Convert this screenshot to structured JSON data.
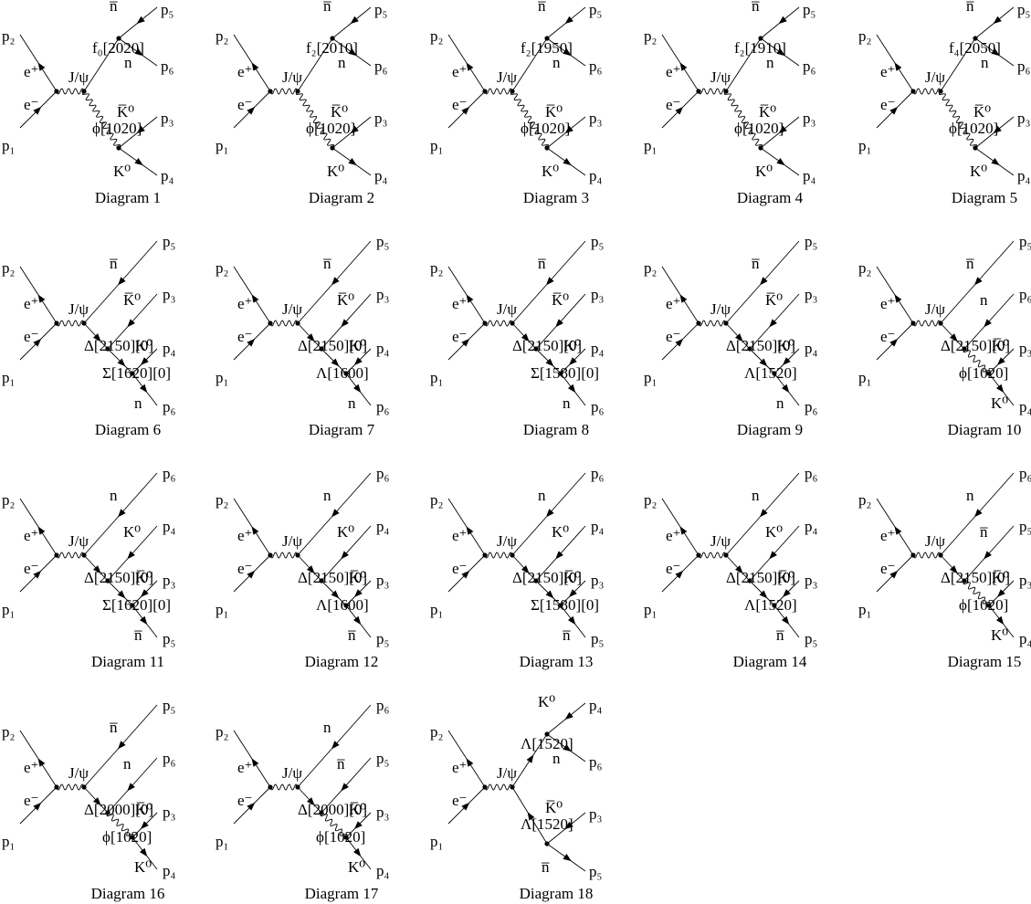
{
  "title": "",
  "diagrams": [
    {
      "caption": "Diagram 1",
      "topology": "s2",
      "labels": {
        "p1": "p₁",
        "p2": "p₂",
        "em": "e⁻",
        "ep": "e⁺",
        "boson": "J/ψ",
        "r1": "f₀[2020]",
        "a1": "n̅",
        "a1p": "p₅",
        "b1": "n",
        "b1p": "p₆",
        "r2": "ϕ[1020]",
        "a2": "K̅⁰",
        "a2p": "p₃",
        "b2": "K⁰",
        "b2p": "p₄"
      }
    },
    {
      "caption": "Diagram 2",
      "topology": "s2",
      "labels": {
        "p1": "p₁",
        "p2": "p₂",
        "em": "e⁻",
        "ep": "e⁺",
        "boson": "J/ψ",
        "r1": "f₂[2010]",
        "a1": "n̅",
        "a1p": "p₅",
        "b1": "n",
        "b1p": "p₆",
        "r2": "ϕ[1020]",
        "a2": "K̅⁰",
        "a2p": "p₃",
        "b2": "K⁰",
        "b2p": "p₄"
      }
    },
    {
      "caption": "Diagram 3",
      "topology": "s2",
      "labels": {
        "p1": "p₁",
        "p2": "p₂",
        "em": "e⁻",
        "ep": "e⁺",
        "boson": "J/ψ",
        "r1": "f₂[1950]",
        "a1": "n̅",
        "a1p": "p₅",
        "b1": "n",
        "b1p": "p₆",
        "r2": "ϕ[1020]",
        "a2": "K̅⁰",
        "a2p": "p₃",
        "b2": "K⁰",
        "b2p": "p₄"
      }
    },
    {
      "caption": "Diagram 4",
      "topology": "s2",
      "labels": {
        "p1": "p₁",
        "p2": "p₂",
        "em": "e⁻",
        "ep": "e⁺",
        "boson": "J/ψ",
        "r1": "f₂[1910]",
        "a1": "n̅",
        "a1p": "p₅",
        "b1": "n",
        "b1p": "p₆",
        "r2": "ϕ[1020]",
        "a2": "K̅⁰",
        "a2p": "p₃",
        "b2": "K⁰",
        "b2p": "p₄"
      }
    },
    {
      "caption": "Diagram 5",
      "topology": "s2",
      "labels": {
        "p1": "p₁",
        "p2": "p₂",
        "em": "e⁻",
        "ep": "e⁺",
        "boson": "J/ψ",
        "r1": "f₄[2050]",
        "a1": "n̅",
        "a1p": "p₅",
        "b1": "n",
        "b1p": "p₆",
        "r2": "ϕ[1020]",
        "a2": "K̅⁰",
        "a2p": "p₃",
        "b2": "K⁰",
        "b2p": "p₄"
      }
    },
    {
      "caption": "Diagram 6",
      "topology": "chain",
      "labels": {
        "p1": "p₁",
        "p2": "p₂",
        "em": "e⁻",
        "ep": "e⁺",
        "boson": "J/ψ",
        "o1": "n̅",
        "o1p": "p₅",
        "r1": "Δ[2150][0]",
        "o2": "K̅⁰",
        "o2p": "p₃",
        "r2": "Σ[1620][0]",
        "o3": "K⁰",
        "o3p": "p₄",
        "o4": "n",
        "o4p": "p₆",
        "r2photon": false
      }
    },
    {
      "caption": "Diagram 7",
      "topology": "chain",
      "labels": {
        "p1": "p₁",
        "p2": "p₂",
        "em": "e⁻",
        "ep": "e⁺",
        "boson": "J/ψ",
        "o1": "n̅",
        "o1p": "p₅",
        "r1": "Δ[2150][0]",
        "o2": "K̅⁰",
        "o2p": "p₃",
        "r2": "Λ[1600]",
        "o3": "K⁰",
        "o3p": "p₄",
        "o4": "n",
        "o4p": "p₆",
        "r2photon": false
      }
    },
    {
      "caption": "Diagram 8",
      "topology": "chain",
      "labels": {
        "p1": "p₁",
        "p2": "p₂",
        "em": "e⁻",
        "ep": "e⁺",
        "boson": "J/ψ",
        "o1": "n̅",
        "o1p": "p₅",
        "r1": "Δ[2150][0]",
        "o2": "K̅⁰",
        "o2p": "p₃",
        "r2": "Σ[1580][0]",
        "o3": "K⁰",
        "o3p": "p₄",
        "o4": "n",
        "o4p": "p₆",
        "r2photon": false
      }
    },
    {
      "caption": "Diagram 9",
      "topology": "chain",
      "labels": {
        "p1": "p₁",
        "p2": "p₂",
        "em": "e⁻",
        "ep": "e⁺",
        "boson": "J/ψ",
        "o1": "n̅",
        "o1p": "p₅",
        "r1": "Δ[2150][0]",
        "o2": "K̅⁰",
        "o2p": "p₃",
        "r2": "Λ[1520]",
        "o3": "K⁰",
        "o3p": "p₄",
        "o4": "n",
        "o4p": "p₆",
        "r2photon": false
      }
    },
    {
      "caption": "Diagram 10",
      "topology": "chain",
      "labels": {
        "p1": "p₁",
        "p2": "p₂",
        "em": "e⁻",
        "ep": "e⁺",
        "boson": "J/ψ",
        "o1": "n̅",
        "o1p": "p₅",
        "r1": "Δ[2150][0]",
        "o2": "n",
        "o2p": "p₆",
        "r2": "ϕ[1020]",
        "o3": "K̅⁰",
        "o3p": "p₃",
        "o4": "K⁰",
        "o4p": "p₄",
        "r2photon": true
      }
    },
    {
      "caption": "Diagram 11",
      "topology": "chain",
      "labels": {
        "p1": "p₁",
        "p2": "p₂",
        "em": "e⁻",
        "ep": "e⁺",
        "boson": "J/ψ",
        "o1": "n",
        "o1p": "p₆",
        "r1": "Δ[2150][0]",
        "o2": "K⁰",
        "o2p": "p₄",
        "r2": "Σ[1620][0]",
        "o3": "K̅⁰",
        "o3p": "p₃",
        "o4": "n̅",
        "o4p": "p₅",
        "r2photon": false
      }
    },
    {
      "caption": "Diagram 12",
      "topology": "chain",
      "labels": {
        "p1": "p₁",
        "p2": "p₂",
        "em": "e⁻",
        "ep": "e⁺",
        "boson": "J/ψ",
        "o1": "n",
        "o1p": "p₆",
        "r1": "Δ[2150][0]",
        "o2": "K⁰",
        "o2p": "p₄",
        "r2": "Λ[1600]",
        "o3": "K̅⁰",
        "o3p": "p₃",
        "o4": "n̅",
        "o4p": "p₅",
        "r2photon": false
      }
    },
    {
      "caption": "Diagram 13",
      "topology": "chain",
      "labels": {
        "p1": "p₁",
        "p2": "p₂",
        "em": "e⁻",
        "ep": "e⁺",
        "boson": "J/ψ",
        "o1": "n",
        "o1p": "p₆",
        "r1": "Δ[2150][0]",
        "o2": "K⁰",
        "o2p": "p₄",
        "r2": "Σ[1580][0]",
        "o3": "K̅⁰",
        "o3p": "p₃",
        "o4": "n̅",
        "o4p": "p₅",
        "r2photon": false
      }
    },
    {
      "caption": "Diagram 14",
      "topology": "chain",
      "labels": {
        "p1": "p₁",
        "p2": "p₂",
        "em": "e⁻",
        "ep": "e⁺",
        "boson": "J/ψ",
        "o1": "n",
        "o1p": "p₆",
        "r1": "Δ[2150][0]",
        "o2": "K⁰",
        "o2p": "p₄",
        "r2": "Λ[1520]",
        "o3": "K̅⁰",
        "o3p": "p₃",
        "o4": "n̅",
        "o4p": "p₅",
        "r2photon": false
      }
    },
    {
      "caption": "Diagram 15",
      "topology": "chain",
      "labels": {
        "p1": "p₁",
        "p2": "p₂",
        "em": "e⁻",
        "ep": "e⁺",
        "boson": "J/ψ",
        "o1": "n",
        "o1p": "p₆",
        "r1": "Δ[2150][0]",
        "o2": "n̅",
        "o2p": "p₅",
        "r2": "ϕ[1020]",
        "o3": "K̅⁰",
        "o3p": "p₃",
        "o4": "K⁰",
        "o4p": "p₄",
        "r2photon": true
      }
    },
    {
      "caption": "Diagram 16",
      "topology": "chain",
      "labels": {
        "p1": "p₁",
        "p2": "p₂",
        "em": "e⁻",
        "ep": "e⁺",
        "boson": "J/ψ",
        "o1": "n̅",
        "o1p": "p₅",
        "r1": "Δ[2000][0]",
        "o2": "n",
        "o2p": "p₆",
        "r2": "ϕ[1020]",
        "o3": "K̅⁰",
        "o3p": "p₃",
        "o4": "K⁰",
        "o4p": "p₄",
        "r2photon": true
      }
    },
    {
      "caption": "Diagram 17",
      "topology": "chain",
      "labels": {
        "p1": "p₁",
        "p2": "p₂",
        "em": "e⁻",
        "ep": "e⁺",
        "boson": "J/ψ",
        "o1": "n",
        "o1p": "p₆",
        "r1": "Δ[2000][0]",
        "o2": "n̅",
        "o2p": "p₅",
        "r2": "ϕ[1020]",
        "o3": "K̅⁰",
        "o3p": "p₃",
        "o4": "K⁰",
        "o4p": "p₄",
        "r2photon": true
      }
    },
    {
      "caption": "Diagram 18",
      "topology": "t2",
      "labels": {
        "p1": "p₁",
        "p2": "p₂",
        "em": "e⁻",
        "ep": "e⁺",
        "boson": "J/ψ",
        "r1": "Λ[1520]",
        "a1": "K⁰",
        "a1p": "p₄",
        "b1": "n",
        "b1p": "p₆",
        "r2": "Λ[1520]",
        "a2": "K̅⁰",
        "a2p": "p₃",
        "b2": "n̅",
        "b2p": "p₅"
      }
    }
  ]
}
